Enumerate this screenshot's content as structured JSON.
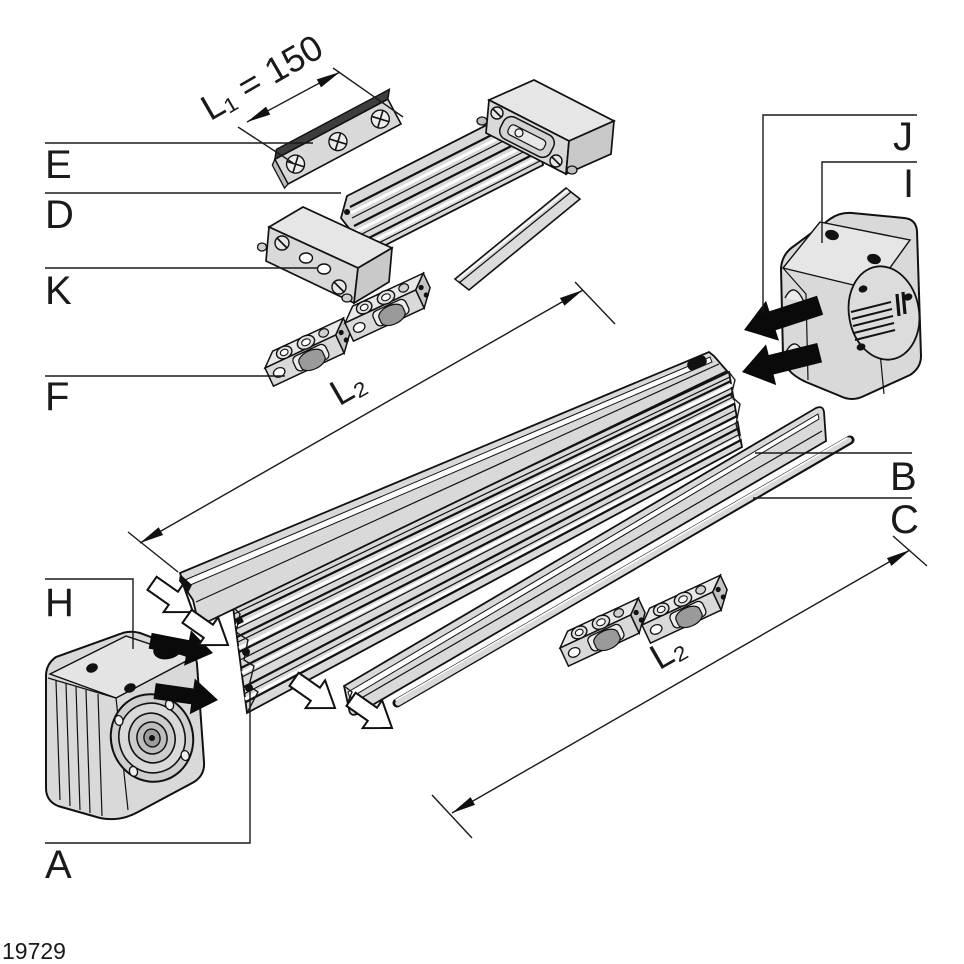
{
  "figure_number": "19729",
  "colors": {
    "line": "#1a1a1a",
    "part_fill": "#d9d9d9",
    "part_fill_light": "#e6e6e6",
    "part_fill_dark": "#c9c9c9",
    "arrow_fill": "#0a0a0a",
    "background": "#ffffff"
  },
  "dimensions": {
    "l1": {
      "label": "L₁ = 150"
    },
    "l2a": {
      "label": "L₂"
    },
    "l2b": {
      "label": "L₂"
    }
  },
  "callouts": [
    {
      "label": "A"
    },
    {
      "label": "B"
    },
    {
      "label": "C"
    },
    {
      "label": "D"
    },
    {
      "label": "E"
    },
    {
      "label": "F"
    },
    {
      "label": "H"
    },
    {
      "label": "I"
    },
    {
      "label": "J"
    },
    {
      "label": "K"
    }
  ]
}
